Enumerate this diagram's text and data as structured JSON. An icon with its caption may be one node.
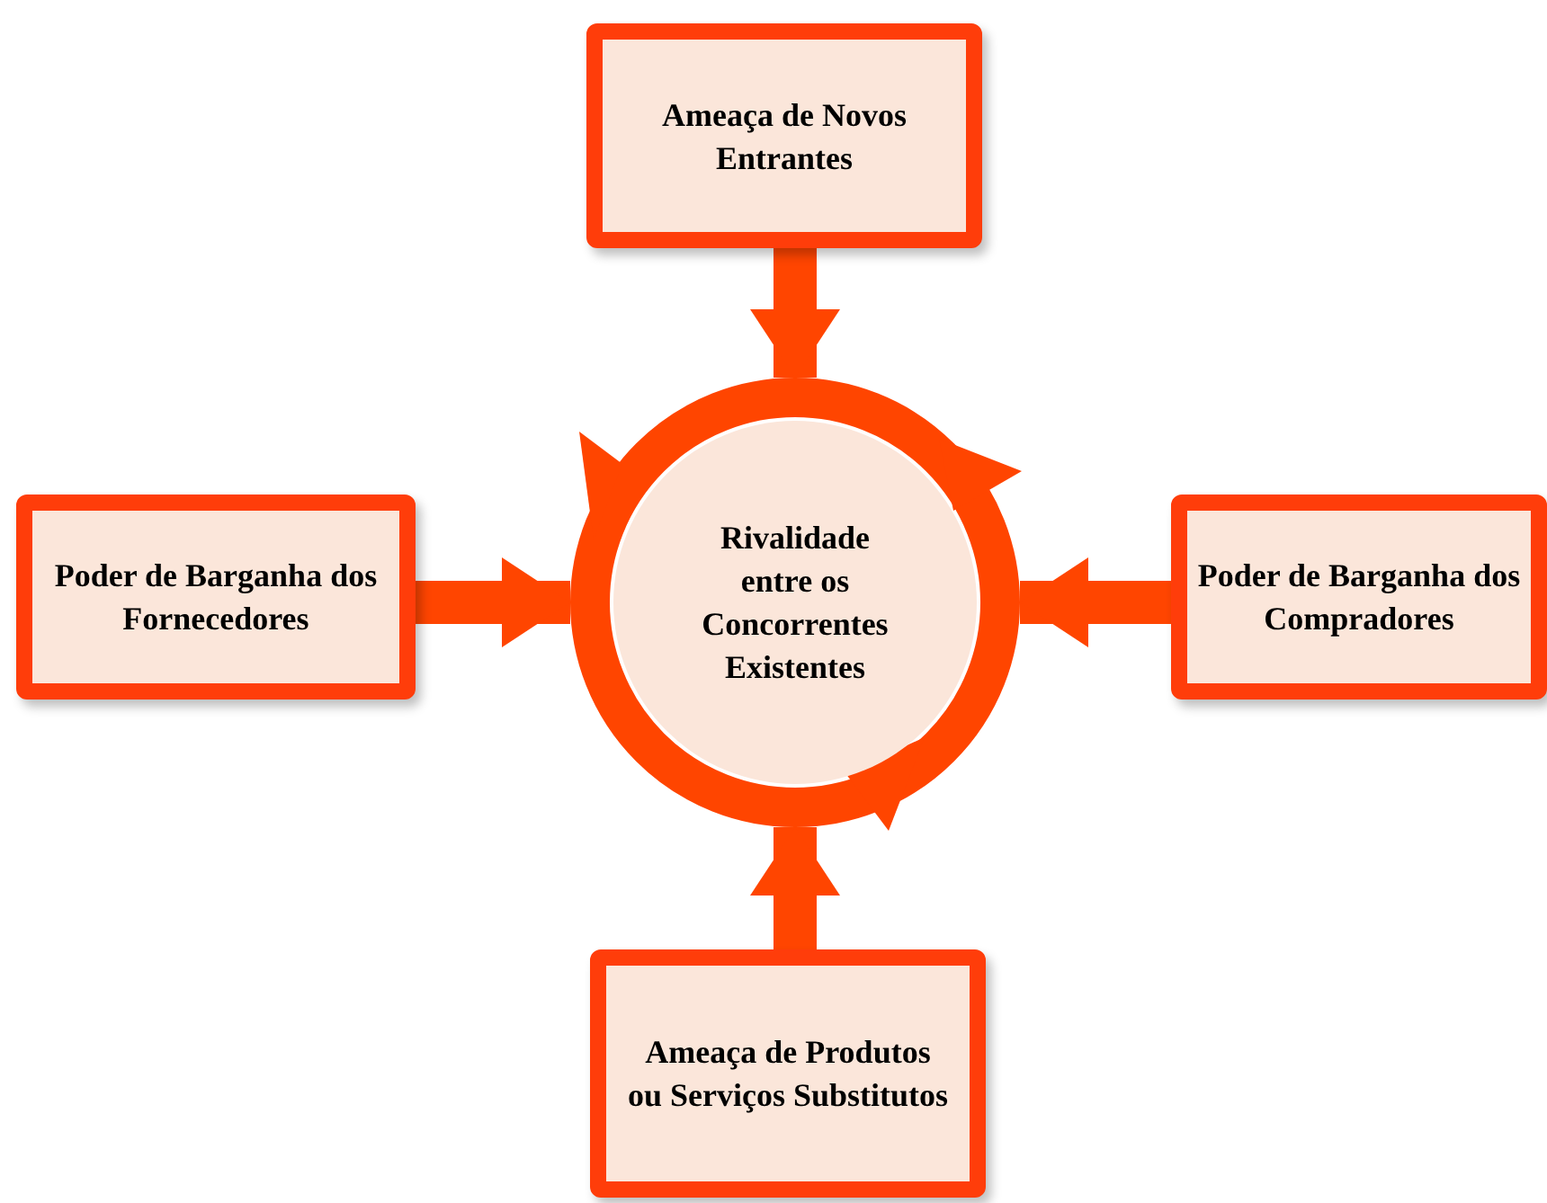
{
  "diagram": {
    "nodes": [
      {
        "text": [
          "Ameaça de Novos Entrantes"
        ]
      },
      {
        "text": [
          "Poder de Barganha dos Fornecedores"
        ]
      },
      {
        "text": [
          "Rivalidade entre os Concorrentes Existentes"
        ]
      },
      {
        "text": [
          "Poder de Barganha dos Compradores"
        ]
      },
      {
        "text": [
          "Ameaça de Produtos ou Serviços Substitutos"
        ]
      }
    ],
    "edges": [
      {
        "from": 0,
        "to": 2,
        "arrow": "to"
      },
      {
        "from": 1,
        "to": 2,
        "arrow": "to"
      },
      {
        "from": 3,
        "to": 2,
        "arrow": "to"
      },
      {
        "from": 4,
        "to": 2,
        "arrow": "to"
      }
    ]
  }
}
